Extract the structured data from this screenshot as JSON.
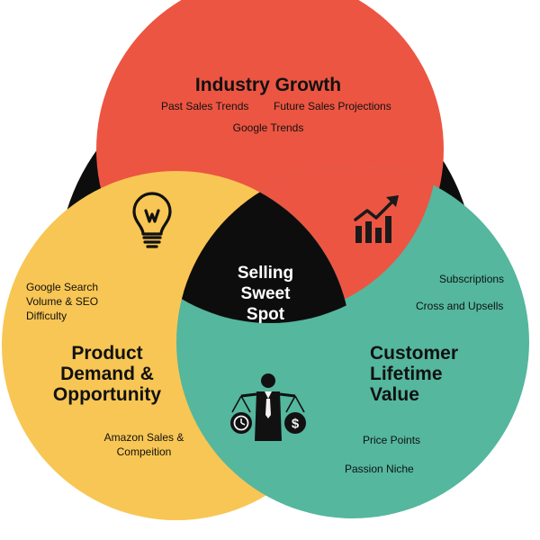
{
  "colors": {
    "red": "#EC5542",
    "yellow": "#F8C654",
    "teal": "#54B79E",
    "dark": "#0D0D0D",
    "text": "#111111",
    "center_text": "#FFFFFF"
  },
  "icons": {
    "top_left_lens": "lightbulb-icon",
    "top_right_lens": "bar-chart-growth-icon",
    "bottom_lens": "businessman-scale-icon"
  },
  "industry": {
    "title": "Industry Growth",
    "items": [
      "Past Sales Trends",
      "Future Sales Projections",
      "Google Trends"
    ]
  },
  "product": {
    "title": "Product Demand & Opportunity",
    "items": [
      "Google Search Volume & SEO Difficulty",
      "Amazon Sales & Compeition"
    ]
  },
  "customer": {
    "title": "Customer Lifetime Value",
    "items": [
      "Subscriptions",
      "Cross and Upsells",
      "Price Points",
      "Passion Niche"
    ]
  },
  "center": {
    "label": "Selling Sweet Spot"
  }
}
